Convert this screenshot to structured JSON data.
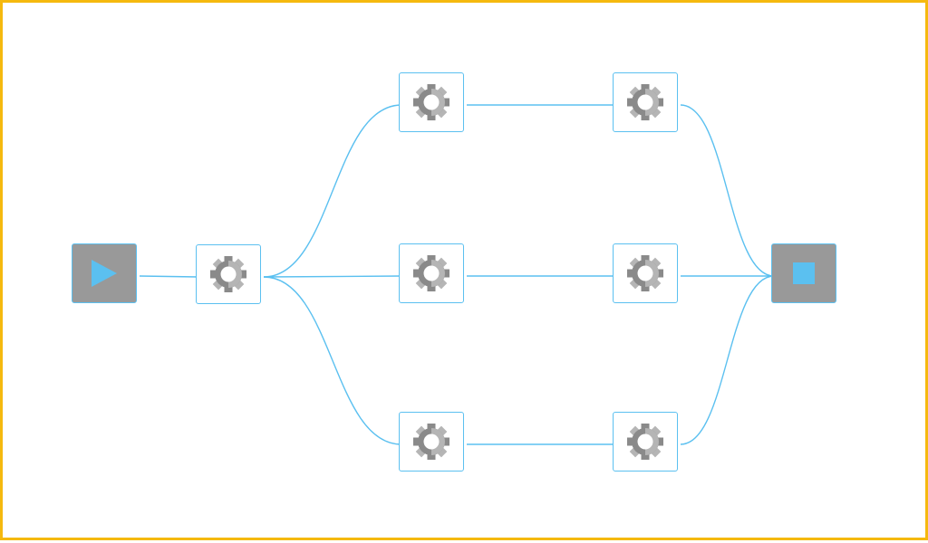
{
  "colors": {
    "frame": "#f5b90f",
    "edge": "#5bc0f0",
    "task_border": "#5bc0f0",
    "terminal_fill": "#999999",
    "terminal_glyph": "#5bc0f0",
    "gear_dark": "#8a8a8a",
    "gear_light": "#b5b5b5"
  },
  "nodes": [
    {
      "id": "start",
      "kind": "terminal",
      "icon": "play-icon"
    },
    {
      "id": "task-1",
      "kind": "task",
      "icon": "gear-icon"
    },
    {
      "id": "task-top-1",
      "kind": "task",
      "icon": "gear-icon"
    },
    {
      "id": "task-top-2",
      "kind": "task",
      "icon": "gear-icon"
    },
    {
      "id": "task-mid-1",
      "kind": "task",
      "icon": "gear-icon"
    },
    {
      "id": "task-mid-2",
      "kind": "task",
      "icon": "gear-icon"
    },
    {
      "id": "task-bot-1",
      "kind": "task",
      "icon": "gear-icon"
    },
    {
      "id": "task-bot-2",
      "kind": "task",
      "icon": "gear-icon"
    },
    {
      "id": "end",
      "kind": "terminal",
      "icon": "stop-icon"
    }
  ],
  "edges": [
    {
      "from": "start",
      "to": "task-1"
    },
    {
      "from": "task-1",
      "to": "task-top-1"
    },
    {
      "from": "task-1",
      "to": "task-mid-1"
    },
    {
      "from": "task-1",
      "to": "task-bot-1"
    },
    {
      "from": "task-top-1",
      "to": "task-top-2"
    },
    {
      "from": "task-mid-1",
      "to": "task-mid-2"
    },
    {
      "from": "task-bot-1",
      "to": "task-bot-2"
    },
    {
      "from": "task-top-2",
      "to": "end"
    },
    {
      "from": "task-mid-2",
      "to": "end"
    },
    {
      "from": "task-bot-2",
      "to": "end"
    }
  ]
}
